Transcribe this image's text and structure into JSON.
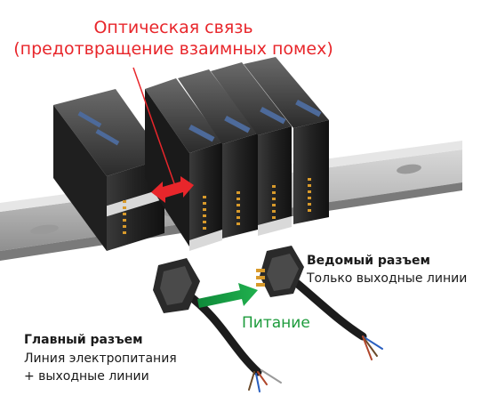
{
  "header": {
    "line1": "Оптическая связь",
    "line2": "(предотвращение взаимных помех)"
  },
  "slave_connector": {
    "title": "Ведомый разъем",
    "desc": "Только выходные линии"
  },
  "power": {
    "label": "Питание"
  },
  "main_connector": {
    "title": "Главный разъем",
    "line1": "Линия электропитания",
    "line2": "+ выходные линии"
  },
  "colors": {
    "accent_red": "#e8262b",
    "accent_green": "#1d9b3c"
  }
}
